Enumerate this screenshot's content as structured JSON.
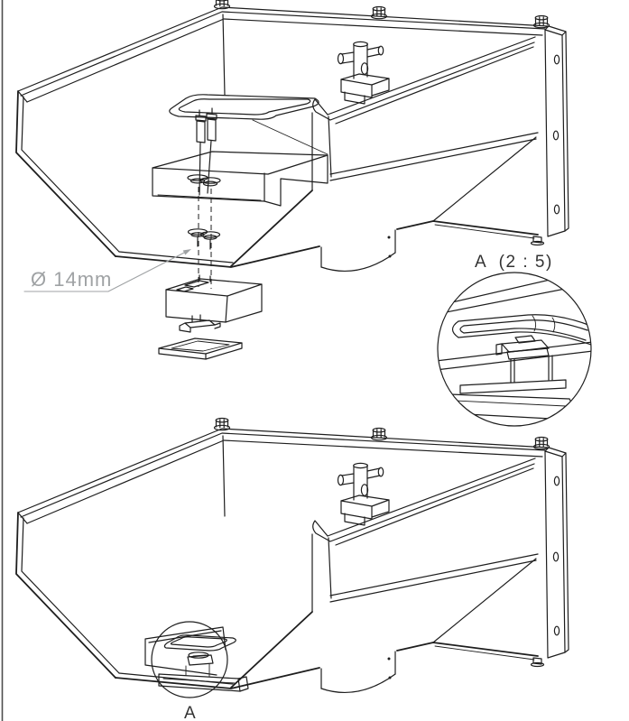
{
  "figure": {
    "type": "technical-drawing",
    "description": "Hopper assembly drawing: exploded sensor-mount view (top), detail view A at 2:5 scale (right), assembled view with callout circle A (bottom)",
    "views": {
      "exploded_view": {
        "dimension_label": "Ø 14mm"
      },
      "detail_view": {
        "label": "A  (2 : 5)",
        "callout_letter": "A",
        "scale": "2 : 5"
      },
      "assembled_view": {
        "callout_label": "A"
      }
    },
    "colors": {
      "line": "#1e1e1e",
      "dimension_label": "#9fa2a4",
      "callout_text": "#333333",
      "frame": "#4d4d4d",
      "background": "#ffffff"
    }
  }
}
